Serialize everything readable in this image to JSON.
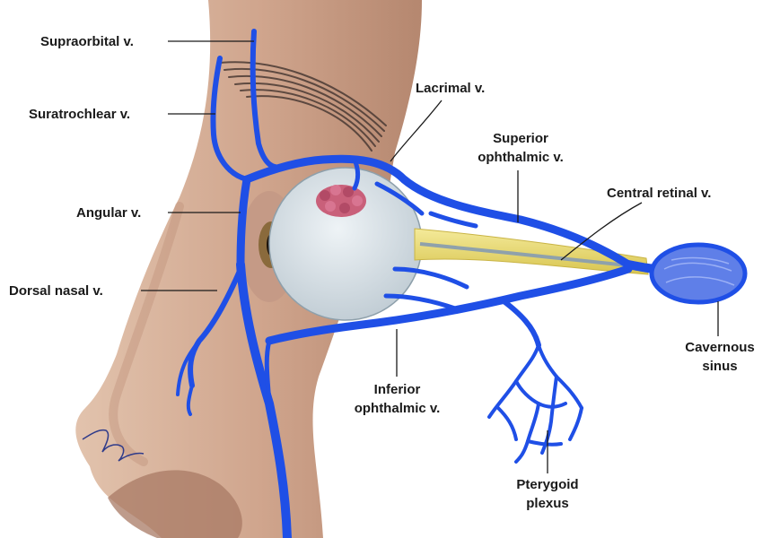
{
  "diagram": {
    "labels": {
      "supraorbital": "Supraorbital v.",
      "supratrochlear": "Suratrochlear v.",
      "lacrimal": "Lacrimal v.",
      "superior_ophthalmic_1": "Superior",
      "superior_ophthalmic_2": "ophthalmic v.",
      "central_retinal": "Central retinal v.",
      "angular": "Angular v.",
      "dorsal_nasal": "Dorsal nasal v.",
      "cavernous_1": "Cavernous",
      "cavernous_2": "sinus",
      "inferior_ophthalmic_1": "Inferior",
      "inferior_ophthalmic_2": "ophthalmic v.",
      "pterygoid_1": "Pterygoid",
      "pterygoid_2": "plexus"
    },
    "colors": {
      "vein": "#1f4fe6",
      "vein_highlight": "#6f93ff",
      "skin": "#d9b7a2",
      "skin_shadow": "#bc9078",
      "eyeball": "#d9e2e8",
      "optic_nerve": "#ecdf7c",
      "lacrimal_gland": "#c9607a",
      "leader_line": "#1a1a1a"
    }
  }
}
